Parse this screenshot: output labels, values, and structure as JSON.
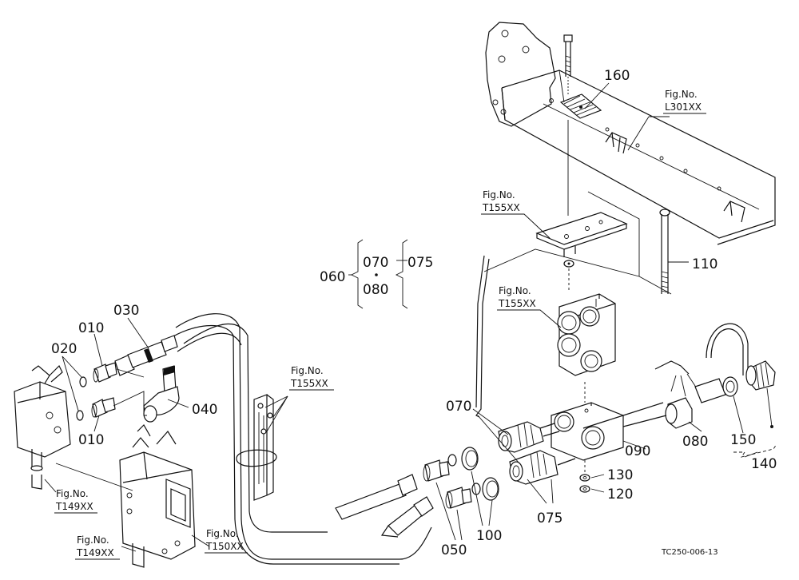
{
  "part_numbers": {
    "p010a": "010",
    "p010b": "010",
    "p020": "020",
    "p030": "030",
    "p040": "040",
    "p050": "050",
    "p060": "060",
    "p070a": "070",
    "p070b": "070",
    "p075a": "075",
    "p075b": "075",
    "p080a": "080",
    "p080b": "080",
    "p090": "090",
    "p100": "100",
    "p110": "110",
    "p120": "120",
    "p130": "130",
    "p140": "140",
    "p150": "150",
    "p160": "160"
  },
  "fig_refs": {
    "caption": "Fig.No.",
    "l301": "L301XX",
    "t155_top": "T155XX",
    "t155_mid": "T155XX",
    "t155_left": "T155XX",
    "t149_a": "T149XX",
    "t149_b": "T149XX",
    "t150": "T150XX"
  },
  "drawing_code": "TC250-006-13"
}
